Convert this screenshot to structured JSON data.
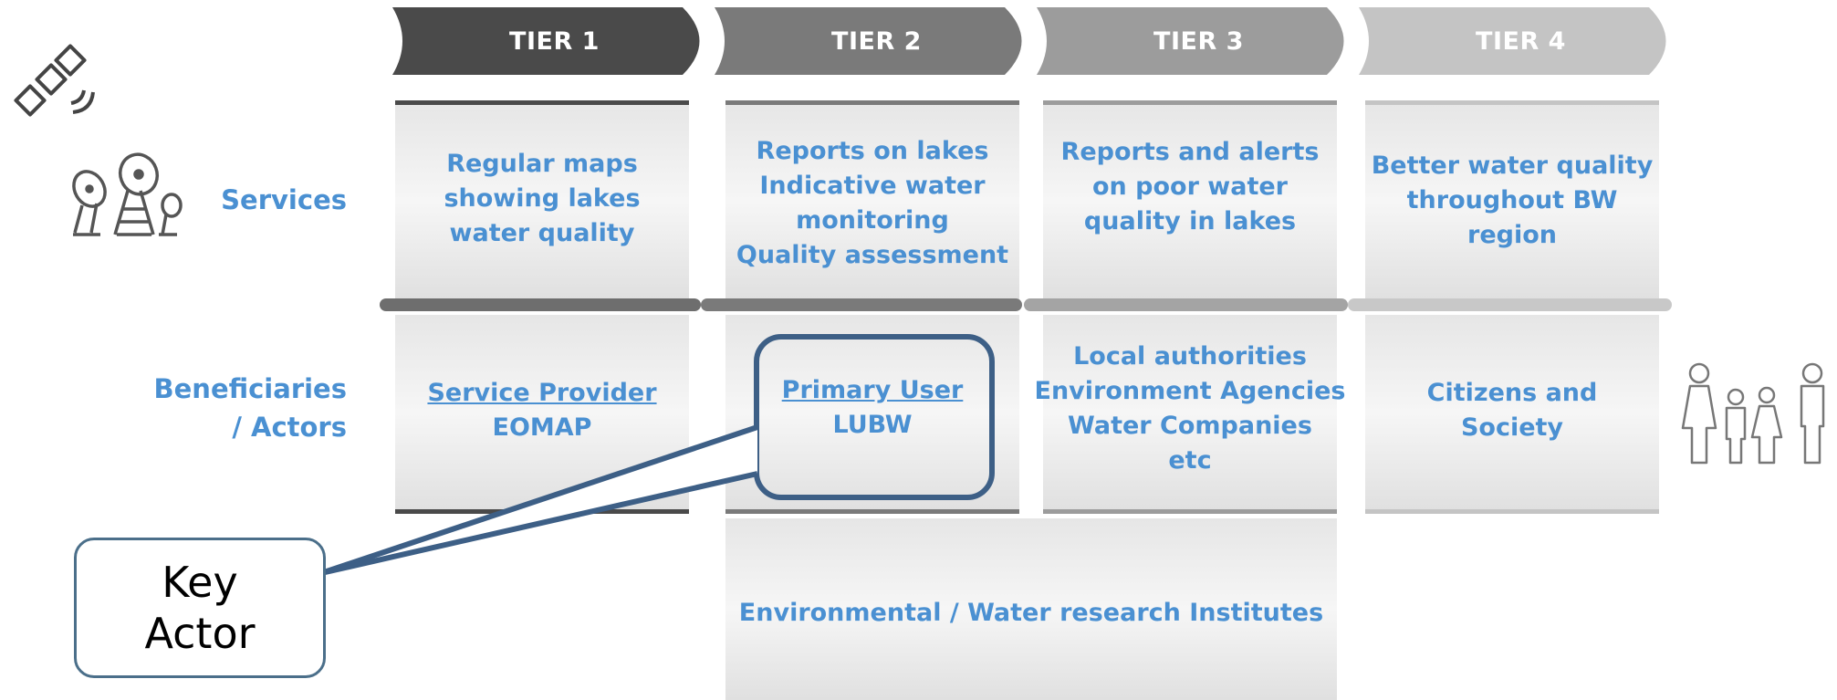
{
  "tiers": [
    "TIER 1",
    "TIER 2",
    "TIER 3",
    "TIER 4"
  ],
  "row_labels": {
    "services": "Services",
    "beneficiaries_line1": "Beneficiaries",
    "beneficiaries_line2": "/ Actors"
  },
  "services": [
    [
      "Regular maps",
      "showing lakes",
      "water quality"
    ],
    [
      "Reports on lakes",
      "Indicative water",
      "monitoring",
      "Quality assessment"
    ],
    [
      "Reports and alerts",
      "on poor water",
      "quality in lakes"
    ],
    [
      "Better water quality",
      "throughout BW",
      "region"
    ]
  ],
  "beneficiaries": {
    "tier1": {
      "title": "Service Provider",
      "name": "EOMAP"
    },
    "tier2": {
      "title": "Primary User",
      "name": "LUBW"
    },
    "tier3": [
      "Local authorities",
      "Environment Agencies",
      "Water Companies",
      "etc"
    ],
    "tier4": [
      "Citizens and",
      "Society"
    ]
  },
  "research": "Environmental / Water research Institutes",
  "callout": {
    "line1": "Key",
    "line2": "Actor"
  },
  "icons": [
    "satellite-icon",
    "antenna-dishes-icon",
    "family-icon"
  ],
  "colors": {
    "tier1": "#4a4a4a",
    "tier2": "#7a7a7a",
    "tier3": "#9c9c9c",
    "tier4": "#c4c4c4",
    "text_blue": "#4a90d2",
    "callout_border": "#3d5f86"
  }
}
